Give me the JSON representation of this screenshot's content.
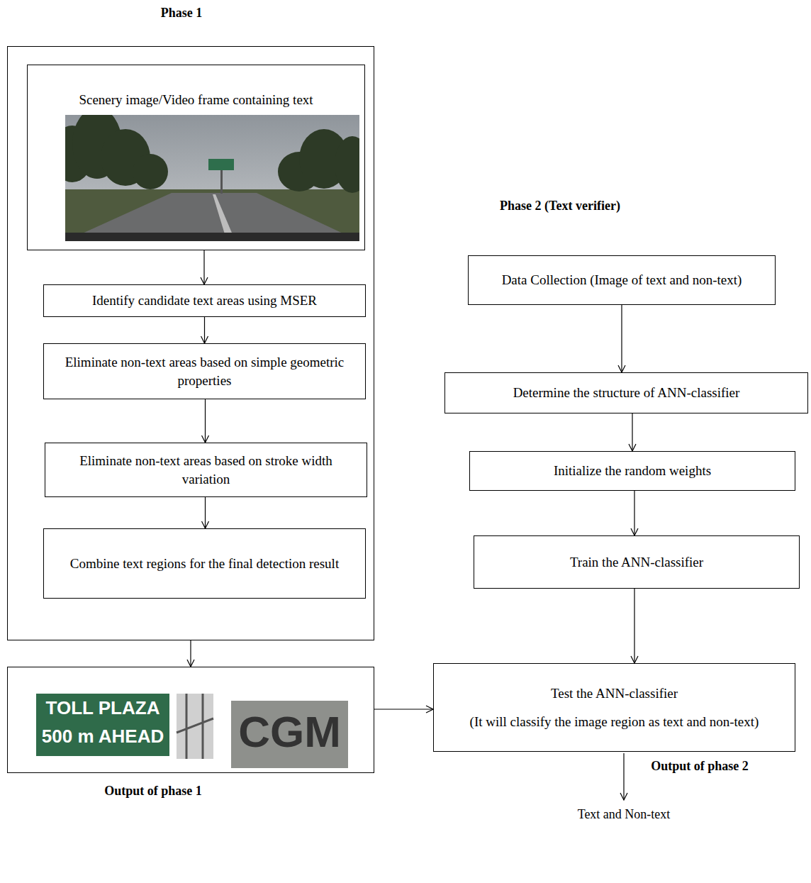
{
  "diagram": {
    "nodes": [
      {
        "text": [
          "Phase 1"
        ]
      },
      {
        "text": [
          "Scenery image/Video frame containing text"
        ],
        "in": 0
      },
      {
        "text": [
          "Identify candidate text areas using MSER"
        ],
        "in": 0
      },
      {
        "text": [
          "Eliminate non-text areas based on simple geometric properties"
        ],
        "in": 0
      },
      {
        "text": [
          "Eliminate non-text areas based on stroke width variation"
        ],
        "in": 0
      },
      {
        "text": [
          "Combine text regions for the final detection result"
        ],
        "in": 0
      },
      {
        "text": [
          "Output of phase 1"
        ]
      },
      {
        "text": [
          "Data Collection (Image of text and non-text)"
        ]
      },
      {
        "text": [
          "Determine the structure of ANN-classifier"
        ]
      },
      {
        "text": [
          "Initialize the random weights"
        ]
      },
      {
        "text": [
          "Train the ANN-classifier"
        ]
      },
      {
        "text": [
          "Test the ANN-classifier",
          "(It will classify the image region as text and non-text)"
        ]
      }
    ],
    "edges": [
      {
        "from": 1,
        "to": 2,
        "arrow": "to"
      },
      {
        "from": 2,
        "to": 3,
        "arrow": "to"
      },
      {
        "from": 3,
        "to": 4,
        "arrow": "to"
      },
      {
        "from": 4,
        "to": 5,
        "arrow": "to"
      },
      {
        "from": 0,
        "to": 6,
        "arrow": "to"
      },
      {
        "from": 6,
        "to": 11,
        "arrow": "to"
      },
      {
        "from": 7,
        "to": 8,
        "arrow": "to"
      },
      {
        "from": 8,
        "to": 9,
        "arrow": "to"
      },
      {
        "from": 9,
        "to": 10,
        "arrow": "to"
      },
      {
        "from": 10,
        "to": 11,
        "arrow": "to"
      }
    ],
    "labels": [
      "Phase 2 (Text verifier)",
      "Output of phase 2",
      "Text and Non-text",
      "TOLL PLAZA",
      "500 m AHEAD",
      "CGM"
    ]
  }
}
